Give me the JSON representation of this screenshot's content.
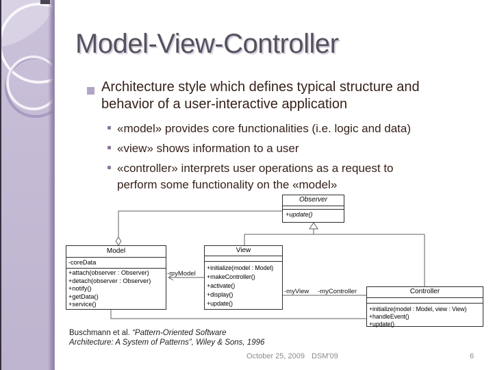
{
  "slide_title": "Model-View-Controller",
  "bullets": {
    "level1": "Architecture style which defines typical structure and\nbehavior of a user-interactive application",
    "sub1": "«model» provides core functionalities (i.e. logic and data)",
    "sub2": "«view» shows information to a user",
    "sub3": "«controller» interprets user operations as a request to\nperform some functionality on the «model»"
  },
  "diagram": {
    "observer": {
      "title": "Observer",
      "methods": [
        "+update()"
      ]
    },
    "model": {
      "title": "Model",
      "attributes": [
        "-coreData"
      ],
      "methods": [
        "+attach(observer : Observer)",
        "+detach(observer : Observer)",
        "+notify()",
        "+getData()",
        "+service()"
      ]
    },
    "view": {
      "title": "View",
      "methods": [
        "+initialize(model : Model)",
        "+makeController()",
        "+activate()",
        "+display()",
        "+update()"
      ]
    },
    "controller": {
      "title": "Controller",
      "methods": [
        "+initialize(model : Model, view : View)",
        "+handleEvent()",
        "+update()"
      ]
    },
    "role_labels": {
      "my_model": "-myModel",
      "my_view": "-myView",
      "my_controller": "-myController"
    }
  },
  "citation": {
    "prefix": "Buschmann  et al. ",
    "title_line1": "“Pattern-Oriented Software",
    "title_line2": "Architecture: A System of Patterns”, Wiley & Sons, 1996"
  },
  "footer": {
    "date": "October 25, 2009",
    "venue": "DSM'09",
    "page_number": "6"
  },
  "colors": {
    "accent_purple": "#c3b8d3",
    "title_gray": "#56525d",
    "body_maroon": "#35211a",
    "connector_gray": "#5f5f5f"
  }
}
